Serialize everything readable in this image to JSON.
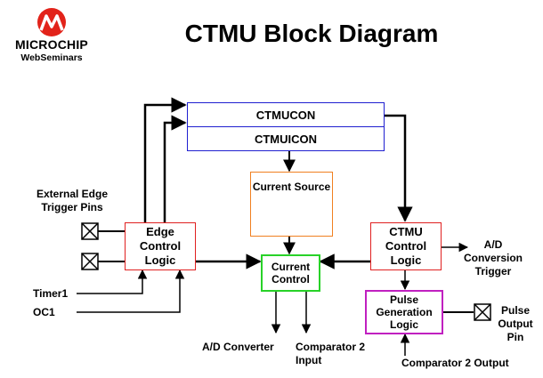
{
  "brand": {
    "name": "MICROCHIP",
    "subtitle": "WebSeminars",
    "logo_color": "#e2231a"
  },
  "title": "CTMU Block Diagram",
  "blocks": {
    "ctmucon": "CTMUCON",
    "ctmuicon": "CTMUICON",
    "current_source": "Current Source",
    "current_control": [
      "Current",
      "Control"
    ],
    "edge_control": [
      "Edge",
      "Control",
      "Logic"
    ],
    "ctmu_control": [
      "CTMU",
      "Control",
      "Logic"
    ],
    "pulse_generation": [
      "Pulse",
      "Generation",
      "Logic"
    ]
  },
  "labels": {
    "external_edge": [
      "External Edge",
      "Trigger Pins"
    ],
    "timer1": "Timer1",
    "oc1": "OC1",
    "ad_converter": "A/D Converter",
    "comparator2_input": [
      "Comparator 2",
      "Input"
    ],
    "ad_conversion_trigger": [
      "A/D",
      "Conversion",
      "Trigger"
    ],
    "pulse_output_pin": [
      "Pulse",
      "Output",
      "Pin"
    ],
    "comparator2_output": "Comparator 2 Output"
  },
  "colors": {
    "register_border": "#1f1fd0",
    "current_source_border": "#f08020",
    "current_control_border": "#28d228",
    "logic_border": "#e02020",
    "pulse_border": "#c020c0"
  }
}
